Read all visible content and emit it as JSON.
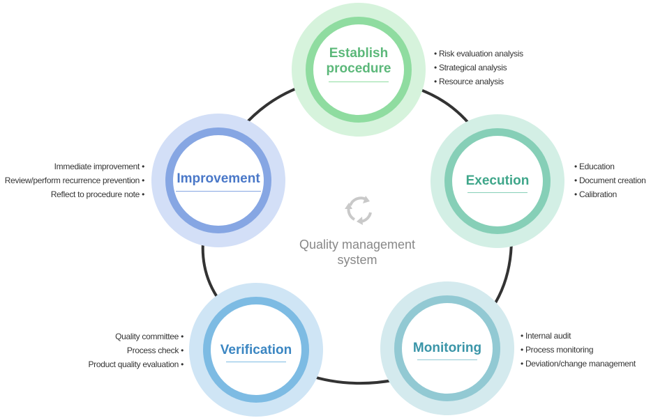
{
  "center": {
    "icon": "recycle-arrows-icon",
    "label_line1": "Quality management",
    "label_line2": "system"
  },
  "nodes": {
    "establish": {
      "title_line1": "Establish",
      "title_line2": "procedure",
      "color": "#5cb87a",
      "ring_color": "#8fdca0",
      "halo_color": "#d6f3dc",
      "items": [
        "Risk evaluation analysis",
        "Strategical analysis",
        "Resource analysis"
      ]
    },
    "execution": {
      "title": "Execution",
      "color": "#3fa68a",
      "ring_color": "#86cfb7",
      "halo_color": "#d3efe5",
      "items": [
        "Education",
        "Document creation",
        "Calibration"
      ]
    },
    "monitoring": {
      "title": "Monitoring",
      "color": "#3a95a8",
      "ring_color": "#92c9d3",
      "halo_color": "#d4eaee",
      "items": [
        "Internal audit",
        "Process monitoring",
        "Deviation/change management"
      ]
    },
    "verification": {
      "title": "Verification",
      "color": "#3b86c2",
      "ring_color": "#7dbbe3",
      "halo_color": "#cfe5f5",
      "items": [
        "Quality committee",
        "Process check",
        "Product quality evaluation"
      ]
    },
    "improvement": {
      "title": "Improvement",
      "color": "#4a78c8",
      "ring_color": "#86a6e3",
      "halo_color": "#d3dff7",
      "items": [
        "Immediate improvement",
        "Review/perform recurrence prevention",
        "Reflect to procedure note"
      ]
    }
  }
}
